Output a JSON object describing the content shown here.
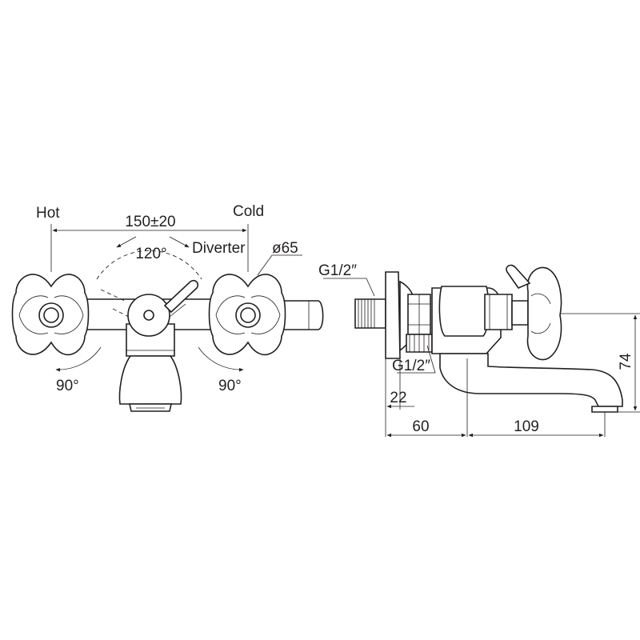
{
  "labels": {
    "hot": "Hot",
    "cold": "Cold",
    "center_distance": "150±20",
    "diverter_angle": "120°",
    "diverter": "Diverter",
    "escutcheon_diameter": "ø65",
    "rotation_left": "90°",
    "rotation_right": "90°",
    "thread_inlet": "G1/2″",
    "thread_outlet": "G1/2″",
    "dim_22": "22",
    "dim_60": "60",
    "dim_109": "109",
    "dim_74": "74"
  },
  "colors": {
    "line": "#231f20",
    "background": "#ffffff"
  }
}
